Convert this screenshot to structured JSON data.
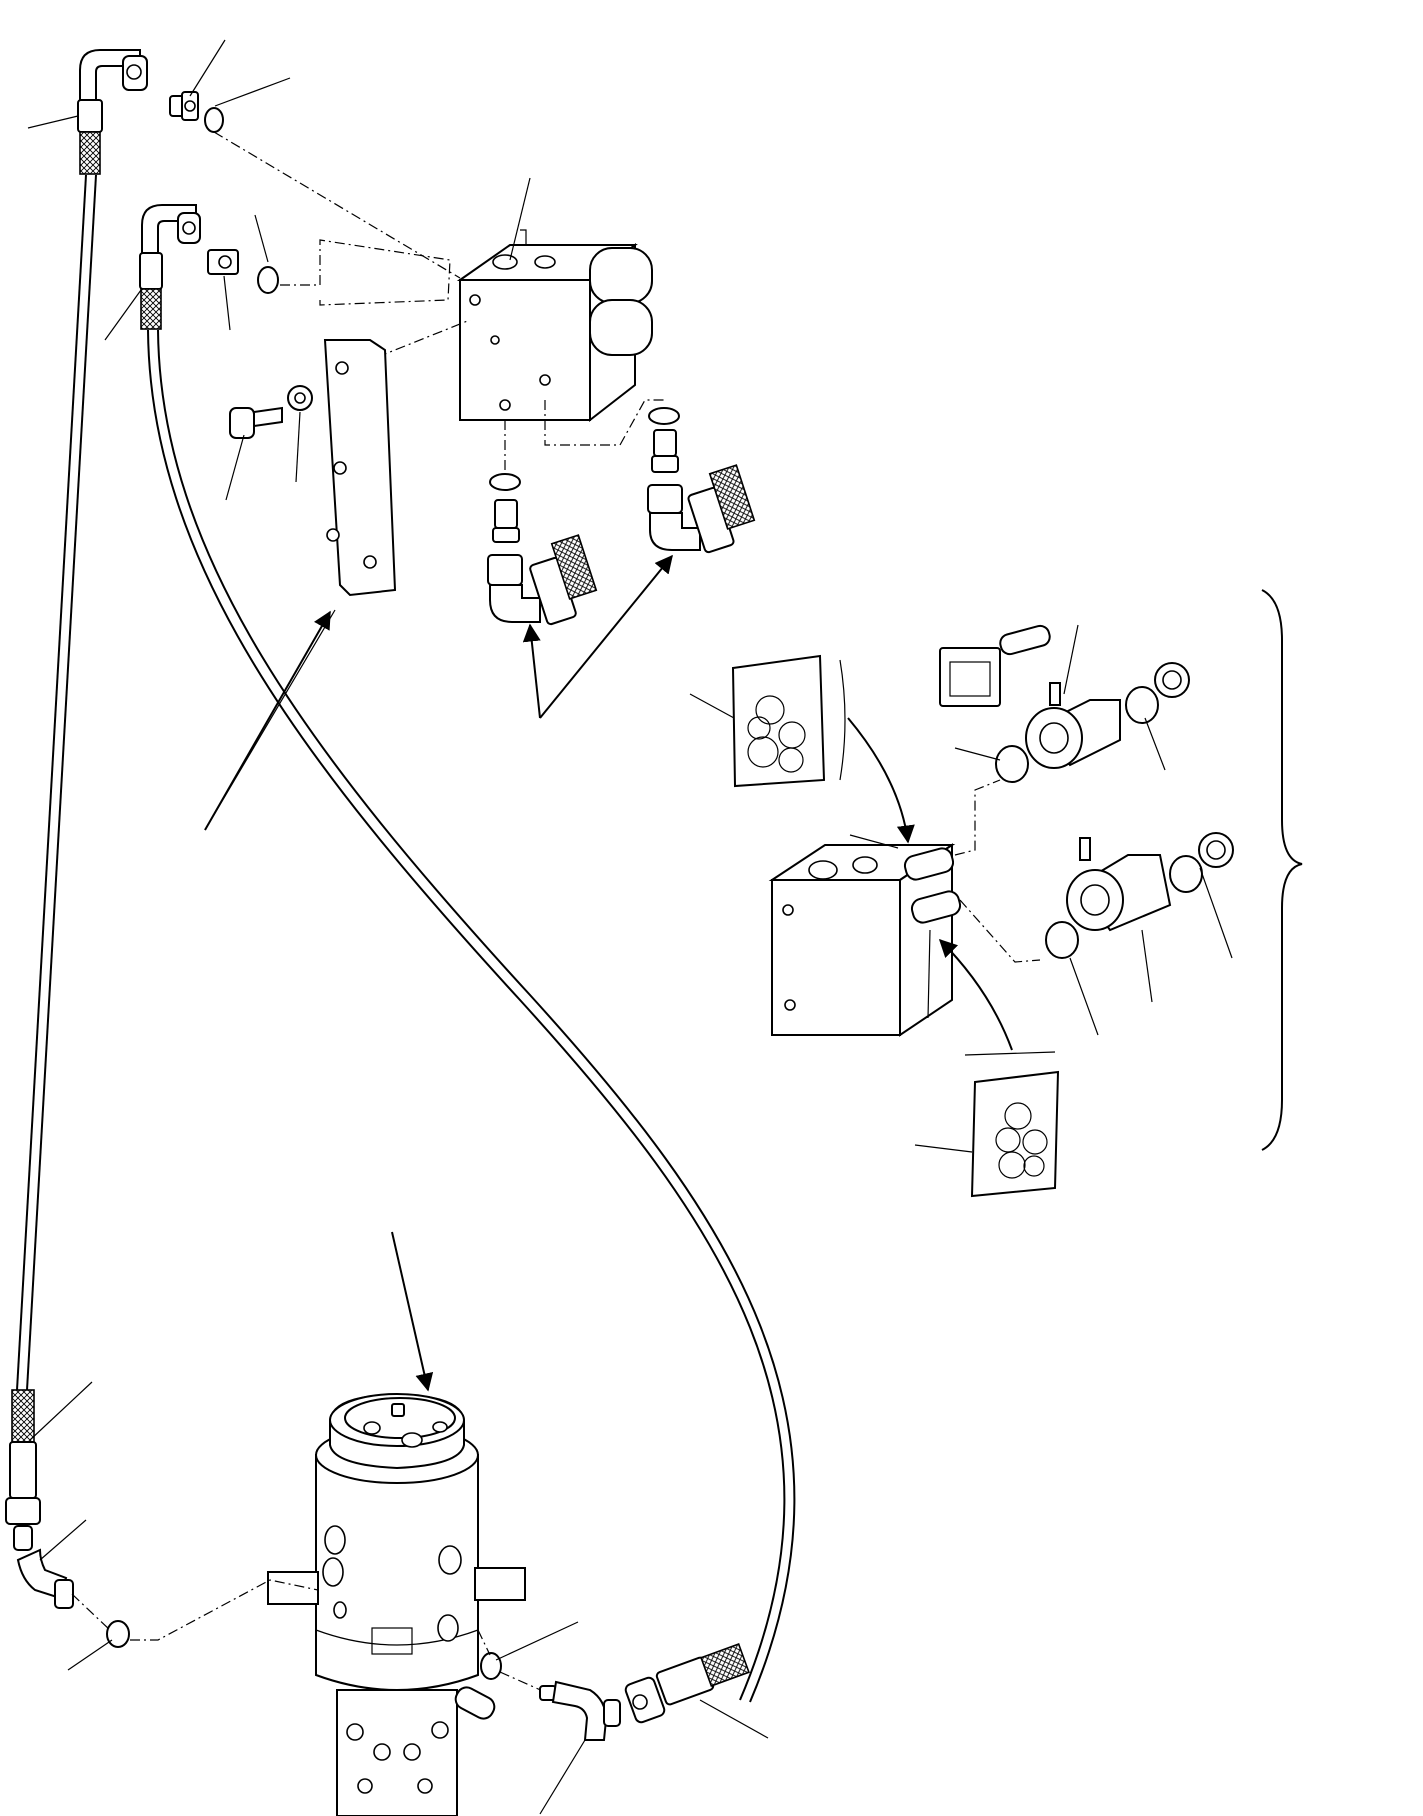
{
  "diagram": {
    "type": "exploded-parts-view",
    "text_labels": [],
    "components": {
      "valve_block_top": "valve-block",
      "solenoid_valve_assembly": "solenoid-valve",
      "swivel_joint": "swivel-joint",
      "mounting_bracket": "mounting-plate",
      "hose_long_left": "hydraulic-hose",
      "hose_curved": "hydraulic-hose",
      "warning_decals": [
        "decal",
        "decal"
      ],
      "coils": [
        "solenoid-coil",
        "solenoid-coil"
      ]
    },
    "colors": {
      "line": "#000000",
      "background": "#ffffff"
    }
  }
}
